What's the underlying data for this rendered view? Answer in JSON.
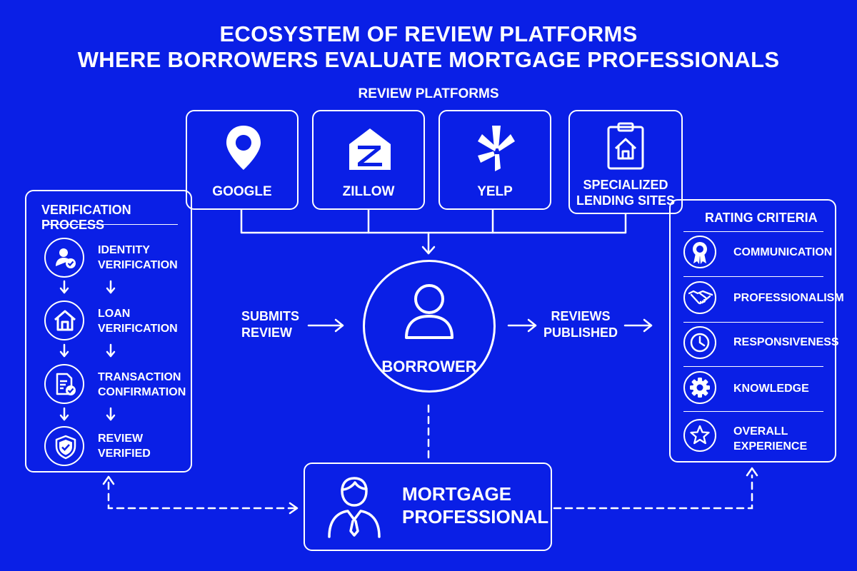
{
  "title": {
    "line1": "ECOSYSTEM OF REVIEW PLATFORMS",
    "line2": "WHERE BORROWERS EVALUATE MORTGAGE PROFESSIONALS"
  },
  "platforms": {
    "heading": "REVIEW PLATFORMS",
    "items": [
      {
        "label": "GOOGLE",
        "icon": "map-pin-icon"
      },
      {
        "label": "ZILLOW",
        "icon": "zillow-logo-icon"
      },
      {
        "label": "YELP",
        "icon": "yelp-burst-icon"
      },
      {
        "label": "SPECIALIZED LENDING SITES",
        "icon": "clipboard-house-icon"
      }
    ]
  },
  "verification": {
    "heading": "VERIFICATION PROCESS",
    "steps": [
      {
        "line1": "IDENTITY",
        "line2": "VERIFICATION",
        "icon": "user-check-icon"
      },
      {
        "line1": "LOAN",
        "line2": "VERIFICATION",
        "icon": "house-icon"
      },
      {
        "line1": "TRANSACTION",
        "line2": "CONFIRMATION",
        "icon": "document-check-icon"
      },
      {
        "line1": "REVIEW",
        "line2": "VERIFIED",
        "icon": "shield-check-icon"
      }
    ]
  },
  "criteria": {
    "heading": "RATING CRITERIA",
    "items": [
      {
        "line1": "COMMUNICATION",
        "line2": "",
        "icon": "award-ribbon-icon"
      },
      {
        "line1": "PROFESSIONALISM",
        "line2": "",
        "icon": "handshake-icon"
      },
      {
        "line1": "RESPONSIVENESS",
        "line2": "",
        "icon": "clock-icon"
      },
      {
        "line1": "KNOWLEDGE",
        "line2": "",
        "icon": "gear-icon"
      },
      {
        "line1": "OVERALL",
        "line2": "EXPERIENCE",
        "icon": "star-icon"
      }
    ]
  },
  "center": {
    "borrower": "BORROWER",
    "submits_line1": "SUBMITS",
    "submits_line2": "REVIEW",
    "published_line1": "REVIEWS",
    "published_line2": "PUBLISHED"
  },
  "professional": {
    "line1": "MORTGAGE",
    "line2": "PROFESSIONAL"
  },
  "colors": {
    "background": "#0a1fe6",
    "foreground": "#ffffff"
  }
}
